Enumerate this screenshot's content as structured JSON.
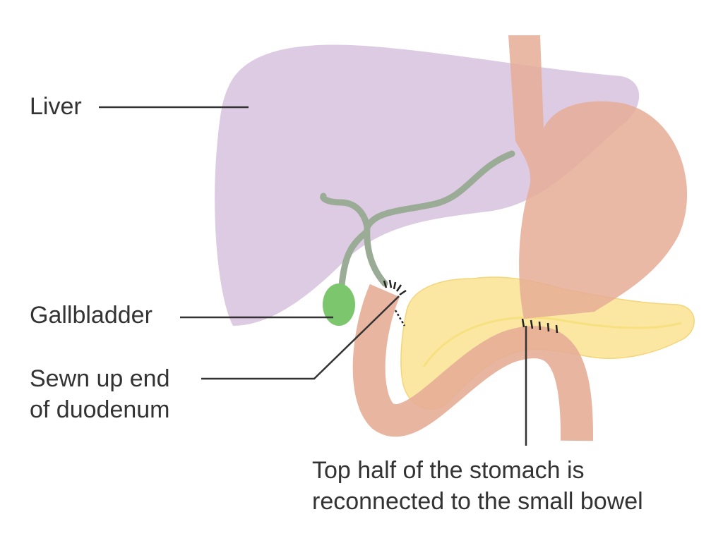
{
  "labels": {
    "liver": "Liver",
    "gallbladder": "Gallbladder",
    "sewn_line1": "Sewn up end",
    "sewn_line2": "of duodenum",
    "stomach_line1": "Top half of the stomach is",
    "stomach_line2": "reconnected to the small bowel"
  },
  "colors": {
    "liver": "#dccbe2",
    "stomach": "#e6ad96",
    "pancreas": "#fbe7a2",
    "gallbladder": "#7cc66e",
    "bile_duct": "#9aab96",
    "text": "#333333"
  }
}
